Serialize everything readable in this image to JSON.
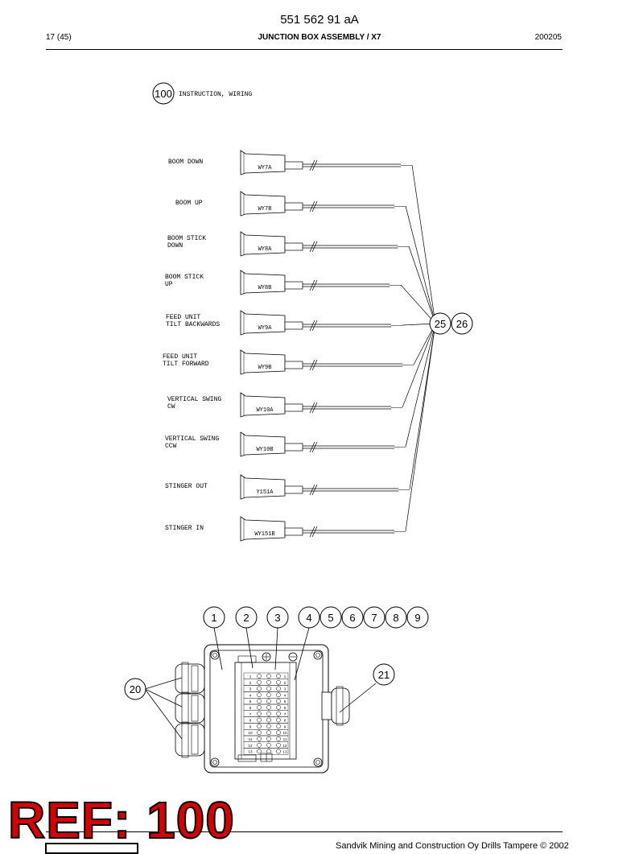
{
  "header": {
    "doc_number": "551 562 91 aA",
    "page": "17 (45)",
    "title": "JUNCTION BOX ASSEMBLY / X7",
    "date": "200205"
  },
  "instruction": {
    "callout": "100",
    "text": "INSTRUCTION, WIRING"
  },
  "wires": [
    {
      "label1": "BOOM DOWN",
      "label2": "",
      "tag": "WY7A"
    },
    {
      "label1": "BOOM UP",
      "label2": "",
      "tag": "WY7B"
    },
    {
      "label1": "BOOM STICK",
      "label2": "DOWN",
      "tag": "WY8A"
    },
    {
      "label1": "BOOM STICK",
      "label2": "UP",
      "tag": "WY8B"
    },
    {
      "label1": "FEED UNIT",
      "label2": "TILT BACKWARDS",
      "tag": "WY9A"
    },
    {
      "label1": "FEED UNIT",
      "label2": "TILT FORWARD",
      "tag": "WY9B"
    },
    {
      "label1": "VERTICAL SWING",
      "label2": "CW",
      "tag": "WY10A"
    },
    {
      "label1": "VERTICAL SWING",
      "label2": "CCW",
      "tag": "WY10B"
    },
    {
      "label1": "STINGER OUT",
      "label2": "",
      "tag": "Y151A"
    },
    {
      "label1": "STINGER IN",
      "label2": "",
      "tag": "WY151B"
    }
  ],
  "wire_callouts": [
    "25",
    "26"
  ],
  "box_callouts": {
    "top": [
      "1",
      "2",
      "3",
      "4",
      "5",
      "6",
      "7",
      "8",
      "9"
    ],
    "left": "20",
    "right": "21"
  },
  "terminal_numbers": [
    "1",
    "2",
    "3",
    "4",
    "5",
    "6",
    "7",
    "8",
    "9",
    "10",
    "11",
    "12",
    "13"
  ],
  "footer": {
    "copyright": "Sandvik Mining and Construction Oy Drills Tampere © 2002",
    "ref_label": "REF: 100"
  }
}
